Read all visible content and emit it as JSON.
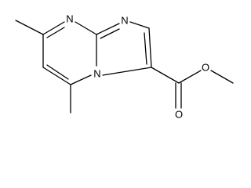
{
  "molecule": {
    "atoms": {
      "n_top": "N",
      "n_imidazole": "N",
      "n_bridge": "N",
      "o_ester": "O",
      "o_carbonyl": "O"
    }
  },
  "colors": {
    "bond": "#000000",
    "label": "#000000",
    "background": "#ffffff"
  }
}
